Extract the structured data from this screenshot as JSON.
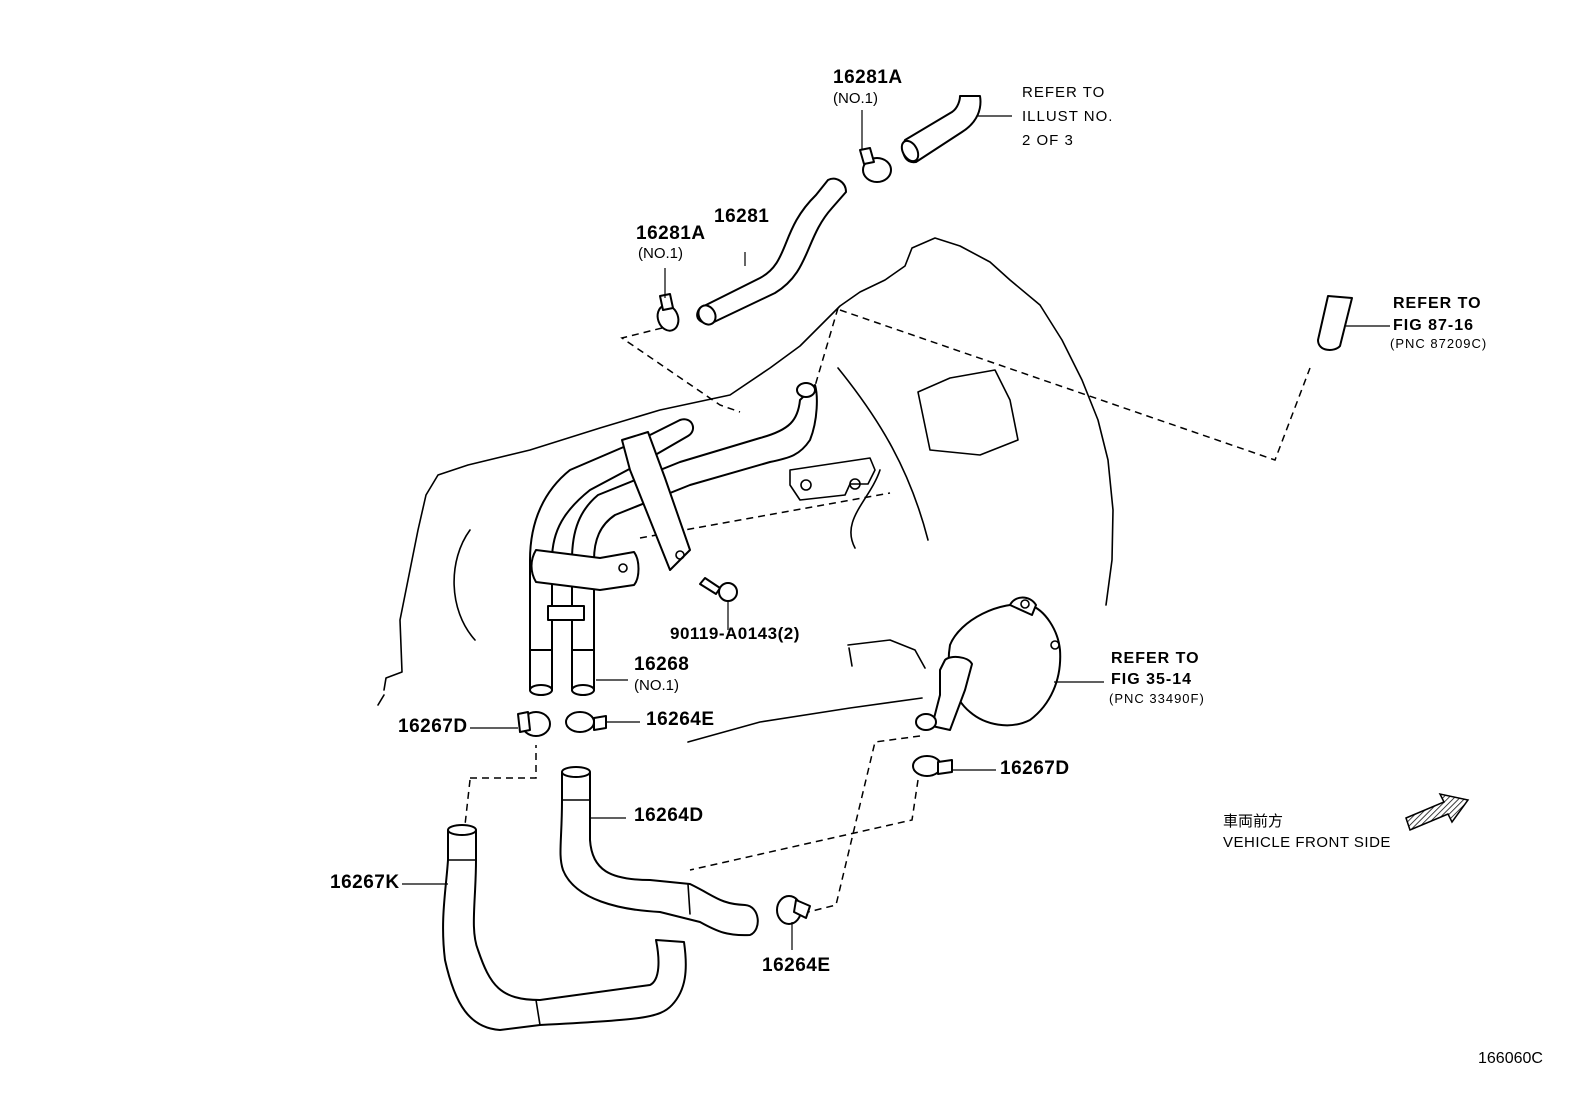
{
  "callouts": {
    "p16281A_top": {
      "number": "16281A",
      "note": "(NO.1)"
    },
    "p16281A_left": {
      "number": "16281A",
      "note": "(NO.1)"
    },
    "p16281": {
      "number": "16281"
    },
    "p90119": {
      "number": "90119-A0143(2)"
    },
    "p16268": {
      "number": "16268",
      "note": "(NO.1)"
    },
    "p16267D_left": {
      "number": "16267D"
    },
    "p16264E_upper": {
      "number": "16264E"
    },
    "p16267D_right": {
      "number": "16267D"
    },
    "p16264D": {
      "number": "16264D"
    },
    "p16267K": {
      "number": "16267K"
    },
    "p16264E_lower": {
      "number": "16264E"
    }
  },
  "references": {
    "illust": {
      "line1": "REFER TO",
      "line2": "ILLUST NO.",
      "line3": "2 OF 3"
    },
    "fig87": {
      "line1": "REFER TO",
      "line2": "FIG 87-16",
      "line3": "(PNC 87209C)"
    },
    "fig35": {
      "line1": "REFER TO",
      "line2": "FIG 35-14",
      "line3": "(PNC 33490F)"
    }
  },
  "orientation": {
    "label_jp": "車両前方",
    "label_en": "VEHICLE FRONT SIDE",
    "arrow_icon": "front-direction-arrow-icon"
  },
  "illustration_id": "166060C"
}
